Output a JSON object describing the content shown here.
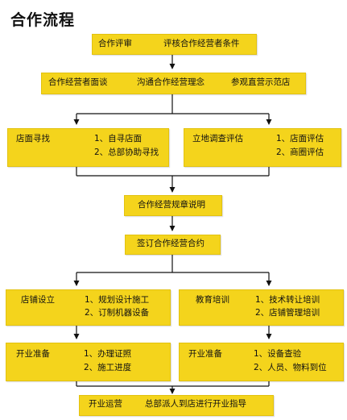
{
  "title": "合作流程",
  "step1": {
    "a": "合作评审",
    "b": "评核合作经营者条件"
  },
  "step2": {
    "a": "合作经营者面谈",
    "b": "沟通合作经营理念",
    "c": "参观直营示范店"
  },
  "step3_left": {
    "head": "店面寻找",
    "i1": "1、自寻店面",
    "i2": "2、总部协助寻找"
  },
  "step3_right": {
    "head": "立地调查评估",
    "i1": "1、店面评估",
    "i2": "2、商圈评估"
  },
  "step4": "合作经营规章说明",
  "step5": "签订合作经营合约",
  "step6_left": {
    "head": "店铺设立",
    "i1": "1、规划设计施工",
    "i2": "2、订制机器设备"
  },
  "step6_right": {
    "head": "教育培训",
    "i1": "1、技术转让培训",
    "i2": "2、店铺管理培训"
  },
  "step7_left": {
    "head": "开业准备",
    "i1": "1、办理证照",
    "i2": "2、施工进度"
  },
  "step7_right": {
    "head": "开业准备",
    "i1": "1、设备查验",
    "i2": "2、人员、物料到位"
  },
  "step8": {
    "a": "开业运营",
    "b": "总部派人到店进行开业指导"
  }
}
